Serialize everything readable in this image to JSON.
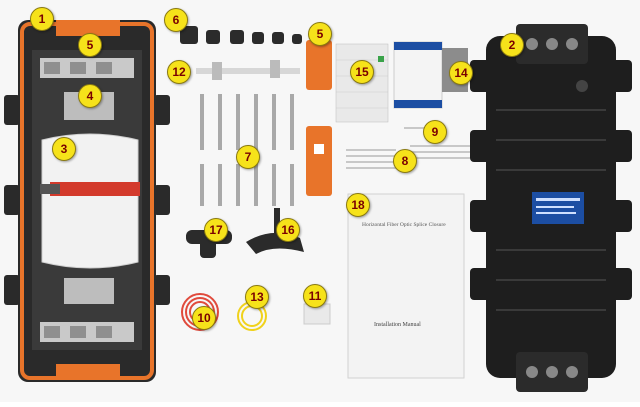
{
  "labels": [
    {
      "id": "1",
      "text": "1"
    },
    {
      "id": "2",
      "text": "2"
    },
    {
      "id": "3",
      "text": "3"
    },
    {
      "id": "4",
      "text": "4"
    },
    {
      "id": "5a",
      "text": "5"
    },
    {
      "id": "5b",
      "text": "5"
    },
    {
      "id": "6",
      "text": "6"
    },
    {
      "id": "7",
      "text": "7"
    },
    {
      "id": "8",
      "text": "8"
    },
    {
      "id": "9",
      "text": "9"
    },
    {
      "id": "10",
      "text": "10"
    },
    {
      "id": "11",
      "text": "11"
    },
    {
      "id": "12",
      "text": "12"
    },
    {
      "id": "13",
      "text": "13"
    },
    {
      "id": "14",
      "text": "14"
    },
    {
      "id": "15",
      "text": "15"
    },
    {
      "id": "16",
      "text": "16"
    },
    {
      "id": "17",
      "text": "17"
    },
    {
      "id": "18",
      "text": "18"
    }
  ],
  "manual": {
    "title": "Horizontal Fiber Optic Splice Closure",
    "subtitle": "Installation Manual"
  },
  "colors": {
    "badge_fill": "#f6e21a",
    "badge_text": "#7a0000",
    "seal_orange": "#e8742a",
    "closure_black": "#1e1e1e",
    "label_blue": "#1c4ea3"
  }
}
